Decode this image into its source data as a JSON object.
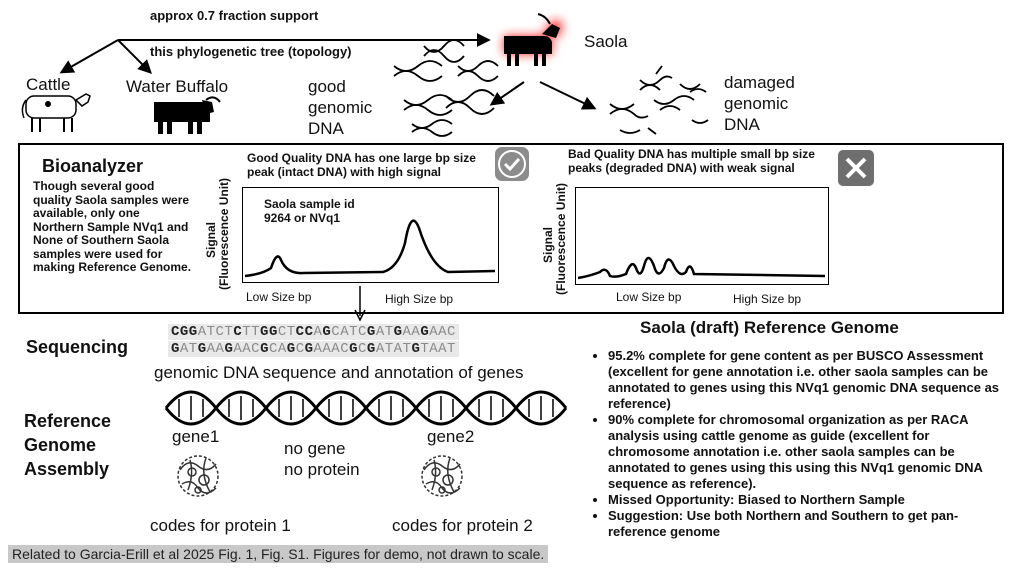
{
  "top": {
    "support_label": "approx 0.7 fraction support",
    "tree_label": "this phylogenetic tree (topology)",
    "cattle": "Cattle",
    "water_buffalo": "Water Buffalo",
    "saola": "Saola",
    "good_dna": [
      "good",
      "genomic",
      "DNA"
    ],
    "damaged_dna": [
      "damaged",
      "genomic",
      "DNA"
    ]
  },
  "bioanalyzer": {
    "title": "Bioanalyzer",
    "description": "Though several good quality Saola samples were available, only one Northern Sample NVq1 and None of Southern Saola samples were used for making Reference Genome.",
    "good_caption": "Good Quality DNA has one large bp size peak (intact DNA) with high signal",
    "bad_caption": "Bad Quality DNA has multiple small bp size peaks (degraded DNA) with weak signal",
    "ylabel_line1": "Signal",
    "ylabel_line2": "(Fluorescence Unit)",
    "sample_id_line1": "Saola sample id",
    "sample_id_line2": "9264 or NVq1",
    "low_size": "Low Size bp",
    "high_size": "High Size bp"
  },
  "sequencing": {
    "label": "Sequencing",
    "seq_line1": [
      [
        "dk",
        "CGG"
      ],
      [
        "lt",
        "ATCT"
      ],
      [
        "dk",
        "C"
      ],
      [
        "lt",
        "TT"
      ],
      [
        "dk",
        "GG"
      ],
      [
        "lt",
        "CT"
      ],
      [
        "dk",
        "CC"
      ],
      [
        "lt",
        "A"
      ],
      [
        "dk",
        "G"
      ],
      [
        "lt",
        "CATC"
      ],
      [
        "dk",
        "G"
      ],
      [
        "lt",
        "AT"
      ],
      [
        "dk",
        "G"
      ],
      [
        "lt",
        "AA"
      ],
      [
        "dk",
        "G"
      ],
      [
        "lt",
        "AAC"
      ]
    ],
    "seq_line2": [
      [
        "dk",
        "G"
      ],
      [
        "lt",
        "AT"
      ],
      [
        "dk",
        "G"
      ],
      [
        "lt",
        "AA"
      ],
      [
        "dk",
        "G"
      ],
      [
        "lt",
        "AAC"
      ],
      [
        "dk",
        "G"
      ],
      [
        "lt",
        "CA"
      ],
      [
        "dk",
        "G"
      ],
      [
        "lt",
        "C"
      ],
      [
        "dk",
        "G"
      ],
      [
        "lt",
        "AAAC"
      ],
      [
        "dk",
        "G"
      ],
      [
        "lt",
        "C"
      ],
      [
        "dk",
        "G"
      ],
      [
        "lt",
        "ATAT"
      ],
      [
        "dk",
        "G"
      ],
      [
        "lt",
        "TAAT"
      ]
    ],
    "annotation_caption": "genomic DNA sequence and annotation of genes"
  },
  "assembly": {
    "label_lines": [
      "Reference",
      "Genome",
      "Assembly"
    ],
    "gene1": "gene1",
    "gene2": "gene2",
    "no_gene_line1": "no gene",
    "no_gene_line2": "no protein",
    "protein1": "codes for protein 1",
    "protein2": "codes for protein 2"
  },
  "reference_genome": {
    "title": "Saola (draft) Reference Genome",
    "bullets": [
      "95.2% complete for gene content as per BUSCO Assessment (excellent for gene annotation i.e. other saola samples can be annotated to genes using this NVq1 genomic DNA sequence as reference)",
      "90% complete for chromosomal organization as per RACA analysis using cattle genome as guide (excellent for chromosome annotation  i.e. other saola samples can be annotated to genes using this using this NVq1 genomic DNA sequence as reference).",
      "Missed Opportunity: Biased to Northern Sample",
      "Suggestion: Use both Northern and Southern to get pan-reference genome"
    ]
  },
  "footer": {
    "caption": "Related to Garcia-Erill et al 2025  Fig. 1, Fig. S1. Figures for demo, not drawn to scale."
  },
  "colors": {
    "saola_glow": "#ff1a1a",
    "caption_bg": "#c8c8c8",
    "check_bg": "#8c8c8c",
    "cross_bg": "#6e6e6e"
  }
}
